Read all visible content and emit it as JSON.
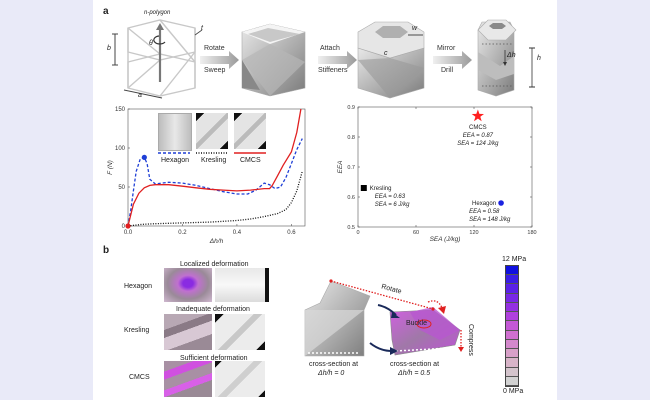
{
  "figure": {
    "panel_a_label": "a",
    "panel_b_label": "b",
    "process": {
      "polygon_label": "n-polygon",
      "dim_t": "t",
      "dim_b": "b",
      "dim_a": "a",
      "dim_theta": "θ",
      "dim_w": "w",
      "dim_c": "c",
      "dim_dh": "Δh",
      "dim_h": "h",
      "steps": [
        {
          "line1": "Rotate",
          "line2": "Sweep"
        },
        {
          "line1": "Attach",
          "line2": "Stiffeners"
        },
        {
          "line1": "Mirror",
          "line2": "Drill"
        }
      ]
    },
    "panel_b": {
      "rows": [
        {
          "name": "Hexagon",
          "caption": "Localized deformation"
        },
        {
          "name": "Kresling",
          "caption": "Inadequate deformation"
        },
        {
          "name": "CMCS",
          "caption": "Sufficient deformation"
        }
      ],
      "rotate_label": "Rotate",
      "buckle_label": "Buckle",
      "compress_label": "Compress",
      "cs0_line1": "cross-section at",
      "cs0_line2": "Δh/h = 0",
      "cs1_line1": "cross-section at",
      "cs1_line2": "Δh/h = 0.5",
      "colorbar": {
        "max_label": "12 MPa",
        "min_label": "0 MPa",
        "colors": [
          "#1010e0",
          "#3a1ee6",
          "#5a22e8",
          "#7828e6",
          "#9430e2",
          "#b040de",
          "#c458d6",
          "#d070d0",
          "#d488cc",
          "#d8a0c8",
          "#d8b4c8",
          "#d4c4cc",
          "#d2d2d2"
        ]
      }
    }
  },
  "chart_data": [
    {
      "type": "line",
      "title": "",
      "xlabel": "Δh/h",
      "ylabel": "F (N)",
      "xlim": [
        0,
        0.65
      ],
      "ylim": [
        0,
        150
      ],
      "xticks": [
        0.0,
        0.2,
        0.4,
        0.6
      ],
      "xtick_labels": [
        "0.0",
        "0.2",
        "0.4",
        "0.6"
      ],
      "yticks": [
        0,
        50,
        100,
        150
      ],
      "ytick_labels": [
        "0",
        "50",
        "100",
        "150"
      ],
      "legend_placement": "top-center (inset images)",
      "series": [
        {
          "name": "Hexagon",
          "style": "dashed",
          "color": "#1f3fd6",
          "x": [
            0.0,
            0.01,
            0.02,
            0.03,
            0.045,
            0.06,
            0.07,
            0.08,
            0.1,
            0.15,
            0.2,
            0.25,
            0.3,
            0.35,
            0.4,
            0.44,
            0.47,
            0.5,
            0.52,
            0.54,
            0.56,
            0.58,
            0.6,
            0.62,
            0.64
          ],
          "y": [
            0,
            20,
            45,
            70,
            86,
            88,
            80,
            60,
            54,
            56,
            55,
            52,
            48,
            44,
            41,
            41,
            46,
            55,
            53,
            48,
            50,
            62,
            80,
            98,
            112
          ],
          "marker_point": {
            "x": 0.06,
            "y": 88
          }
        },
        {
          "name": "Kresling",
          "style": "dotted",
          "color": "#111111",
          "x": [
            0.0,
            0.05,
            0.1,
            0.2,
            0.3,
            0.4,
            0.45,
            0.5,
            0.55,
            0.58,
            0.6,
            0.62,
            0.64
          ],
          "y": [
            0,
            2,
            3,
            4,
            5,
            7,
            9,
            12,
            16,
            21,
            30,
            45,
            70
          ]
        },
        {
          "name": "CMCS",
          "style": "solid",
          "color": "#e02020",
          "x": [
            0.0,
            0.01,
            0.02,
            0.04,
            0.06,
            0.08,
            0.1,
            0.15,
            0.2,
            0.25,
            0.3,
            0.35,
            0.4,
            0.45,
            0.5,
            0.52,
            0.53,
            0.55,
            0.57,
            0.6,
            0.62,
            0.635
          ],
          "y": [
            0,
            14,
            28,
            42,
            49,
            52,
            53,
            53,
            51,
            49,
            47,
            46,
            45,
            46,
            48,
            48,
            52,
            65,
            78,
            95,
            120,
            150
          ],
          "marker_point": {
            "x": 0.0,
            "y": 0
          }
        }
      ],
      "legend": [
        "Hexagon",
        "Kresling",
        "CMCS"
      ]
    },
    {
      "type": "scatter",
      "title": "",
      "xlabel": "SEA (J/kg)",
      "ylabel": "EEA",
      "xlim": [
        0,
        180
      ],
      "ylim": [
        0.5,
        0.9
      ],
      "xticks": [
        0,
        60,
        120,
        180
      ],
      "xtick_labels": [
        "0",
        "60",
        "120",
        "180"
      ],
      "yticks": [
        0.5,
        0.6,
        0.7,
        0.8,
        0.9
      ],
      "ytick_labels": [
        "0.5",
        "0.6",
        "0.7",
        "0.8",
        "0.9"
      ],
      "points": [
        {
          "name": "CMCS",
          "x": 124,
          "y": 0.87,
          "marker": "star",
          "color": "#ff2020",
          "eea_text": "EEA = 0.87",
          "sea_text": "SEA = 124 J/kg"
        },
        {
          "name": "Kresling",
          "x": 6,
          "y": 0.63,
          "marker": "square",
          "color": "#000000",
          "eea_text": "EEA = 0.63",
          "sea_text": "SEA = 6 J/kg"
        },
        {
          "name": "Hexagon",
          "x": 148,
          "y": 0.58,
          "marker": "circle",
          "color": "#1a22e0",
          "eea_text": "EEA = 0.58",
          "sea_text": "SEA = 148 J/kg"
        }
      ]
    }
  ]
}
